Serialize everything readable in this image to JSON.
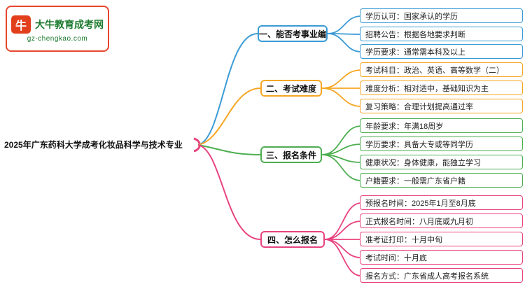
{
  "logo": {
    "title": "大牛教育成考网",
    "domain": "gz-chengkao.com",
    "icon": "bull-icon",
    "icon_glyph": "牛"
  },
  "main_topic": "2025年广东药科大学成考化妆品科学与技术专业",
  "colors": {
    "blue": "#3b9bd5",
    "orange": "#f5a623",
    "green": "#4cae50",
    "pink": "#e8437f",
    "logo_red": "#e8472e",
    "logo_green": "#1c7a2e"
  },
  "branches": [
    {
      "label": "一、能否考事业编",
      "color": "blue",
      "items": [
        "学历认可：国家承认的学历",
        "招聘公告：根据各地要求判断",
        "学历要求：通常需本科及以上"
      ]
    },
    {
      "label": "二、考试难度",
      "color": "orange",
      "items": [
        "考试科目：政治、英语、高等数学（二）",
        "难度分析：相对适中，基础知识为主",
        "复习策略：合理计划提高通过率"
      ]
    },
    {
      "label": "三、报名条件",
      "color": "green",
      "items": [
        "年龄要求：年满18周岁",
        "学历要求：具备大专或等同学历",
        "健康状况：身体健康，能独立学习",
        "户籍要求：一般需广东省户籍"
      ]
    },
    {
      "label": "四、怎么报名",
      "color": "pink",
      "items": [
        "预报名时间：2025年1月至8月底",
        "正式报名时间：八月底或九月初",
        "准考证打印：十月中旬",
        "考试时间：十月底",
        "报名方式：广东省成人高考报名系统"
      ]
    }
  ]
}
